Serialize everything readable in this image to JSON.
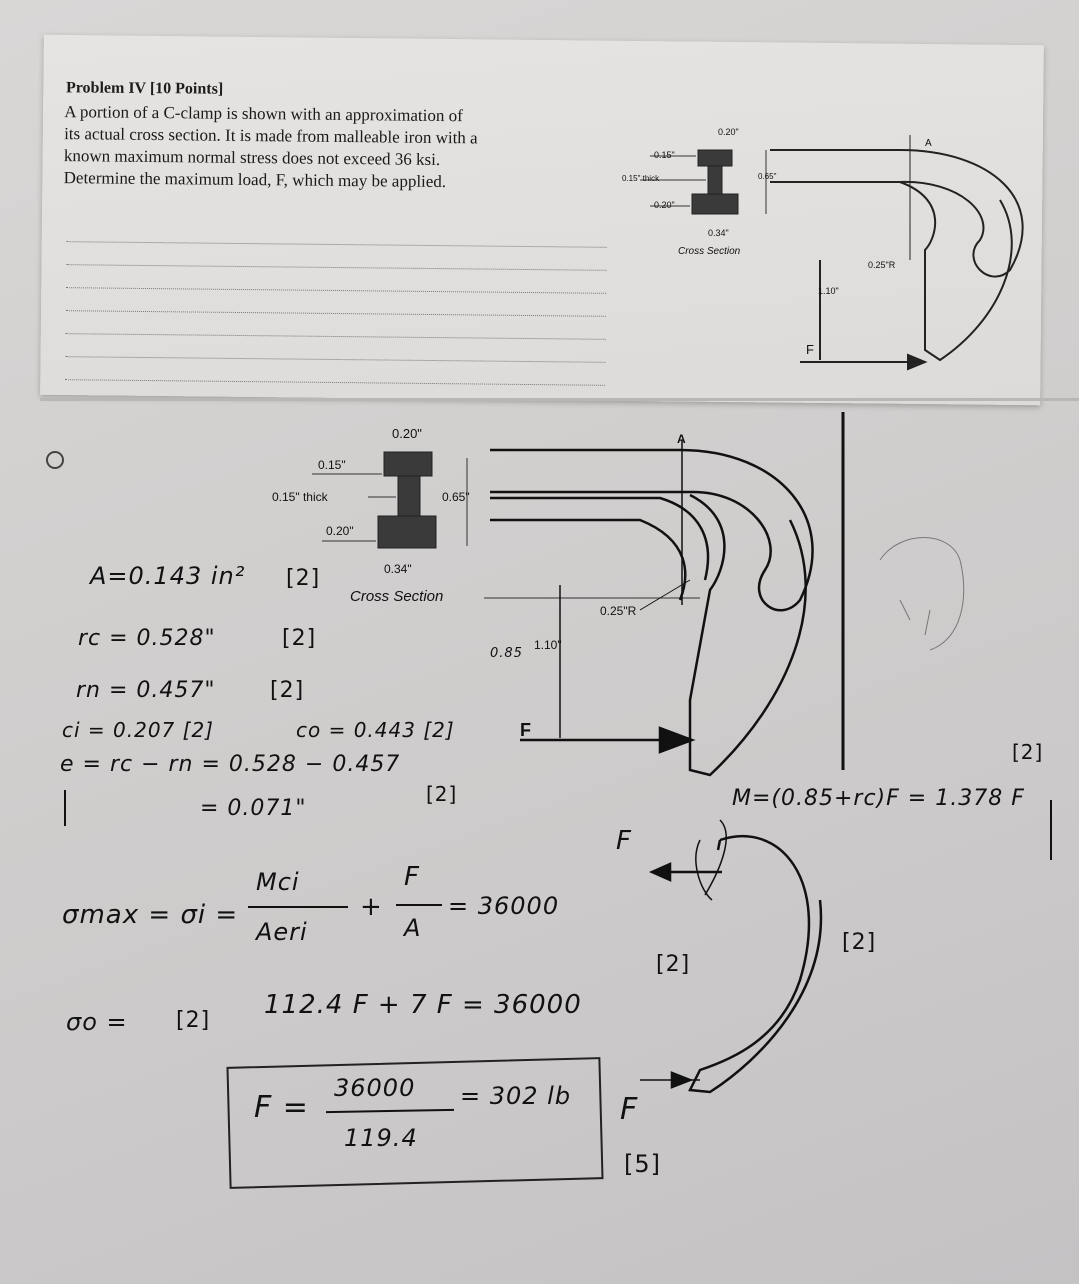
{
  "problem": {
    "title": "Problem IV [10 Points]",
    "text_lines": [
      "A portion of a C-clamp is shown with an approximation of",
      "its actual cross section. It is made from malleable iron with a",
      "known maximum normal stress does not exceed 36 ksi.",
      "Determine the maximum load, F, which may be applied."
    ]
  },
  "small_figure": {
    "dim_top": "0.20\"",
    "dim_flange": "0.15\"",
    "dim_thick": "0.15\" thick",
    "dim_height": "0.65\"",
    "dim_bottom": "0.20\"",
    "dim_base": "0.34\"",
    "caption": "Cross Section",
    "radius": "0.25\"R",
    "dim_length": "1.10\"",
    "section_label": "A",
    "force_label": "F"
  },
  "large_figure": {
    "dim_top": "0.20\"",
    "dim_flange": "0.15\"",
    "dim_thick": "0.15\" thick",
    "dim_height": "0.65\"",
    "dim_bottom": "0.20\"",
    "dim_base": "0.34\"",
    "caption": "Cross Section",
    "radius": "0.25\"R",
    "dim_length": "1.10\"",
    "hand_dim": "0.85",
    "section_label": "A",
    "force_label": "F"
  },
  "solution": {
    "area": "A=0.143 in²",
    "area_pts": "[2]",
    "rc": "rc = 0.528\"",
    "rc_pts": "[2]",
    "rn": "rn = 0.457\"",
    "rn_pts": "[2]",
    "ci": "ci = 0.207 [2]",
    "co": "co = 0.443 [2]",
    "e_line1": "e = rc − rn = 0.528 − 0.457",
    "e_line2": "= 0.071\"",
    "e_pts": "[2]",
    "moment": "M=(0.85+rc)F = 1.378 F",
    "moment_pts": "[2]",
    "stress_lhs": "σmax = σi =",
    "stress_num1": "Mci",
    "stress_den1": "Aeri",
    "stress_plus": "+",
    "stress_num2": "F",
    "stress_den2": "A",
    "stress_rhs": "= 36000",
    "equation": "112.4 F + 7 F = 36000",
    "equation_pts": "[2]",
    "sigma_o": "σo =",
    "sigma_o_pts": "[2]",
    "result_lhs": "F =",
    "result_num": "36000",
    "result_den": "119.4",
    "result_rhs": "= 302 lb",
    "fbd_force_top": "F",
    "fbd_force_bottom": "F",
    "fbd_pts_right": "[2]",
    "fbd_pts_bottom": "[5]"
  }
}
